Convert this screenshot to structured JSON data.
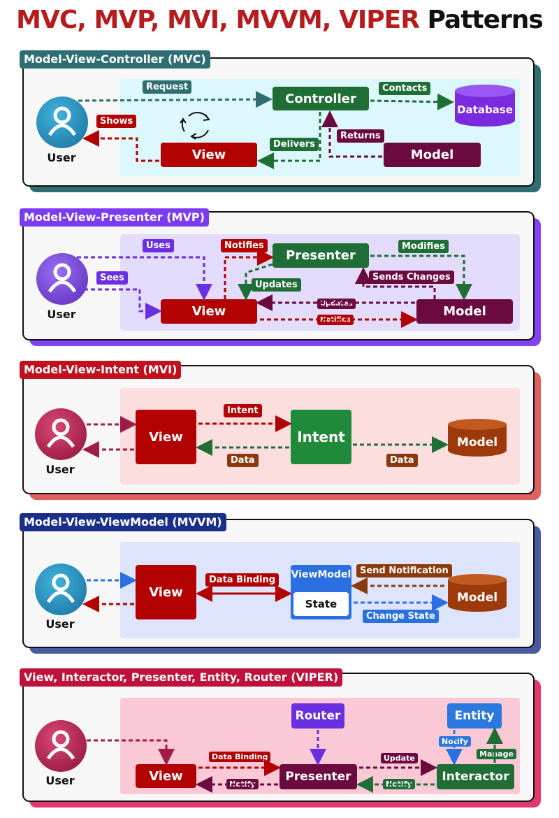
{
  "title": {
    "part1": "MVC, MVP, MVI, MVVM, VIPER",
    "part2": "Patterns"
  },
  "colors": {
    "red": "#b71c1c",
    "teal": "#2e6e73",
    "purple": "#7a3cf2",
    "coral": "#e05a5a",
    "navy": "#4a5aa0",
    "pink": "#e3386b"
  },
  "sections": {
    "mvc": {
      "heading": "Model-View-Controller (MVC)",
      "user": "User",
      "controller": "Controller",
      "view": "View",
      "model": "Model",
      "database": "Database",
      "labels": {
        "request": "Request",
        "contacts": "Contacts",
        "shows": "Shows",
        "delivers": "Delivers",
        "returns": "Returns"
      }
    },
    "mvp": {
      "heading": "Model-View-Presenter (MVP)",
      "user": "User",
      "presenter": "Presenter",
      "view": "View",
      "model": "Model",
      "labels": {
        "uses": "Uses",
        "sees": "Sees",
        "notifies": "Notifies",
        "updates": "Updates",
        "modifies": "Modifies",
        "sends_changes": "Sends Changes",
        "updates_small": "Updates",
        "notifies_small": "Notifies"
      }
    },
    "mvi": {
      "heading": "Model-View-Intent (MVI)",
      "user": "User",
      "view": "View",
      "intent": "Intent",
      "model": "Model",
      "labels": {
        "intent": "Intent",
        "data1": "Data",
        "data2": "Data"
      }
    },
    "mvvm": {
      "heading": "Model-View-ViewModel (MVVM)",
      "user": "User",
      "view": "View",
      "viewmodel": "ViewModel",
      "state": "State",
      "model": "Model",
      "labels": {
        "data_binding": "Data Binding",
        "send_notification": "Send Notification",
        "change_state": "Change State"
      }
    },
    "viper": {
      "heading": "View, Interactor, Presenter, Entity, Router (VIPER)",
      "user": "User",
      "view": "View",
      "router": "Router",
      "presenter": "Presenter",
      "entity": "Entity",
      "interactor": "Interactor",
      "labels": {
        "data_binding": "Data Binding",
        "notify1": "Notify",
        "update": "Update",
        "notify2": "Notify",
        "notify3": "Notify",
        "manage": "Manage"
      }
    }
  }
}
